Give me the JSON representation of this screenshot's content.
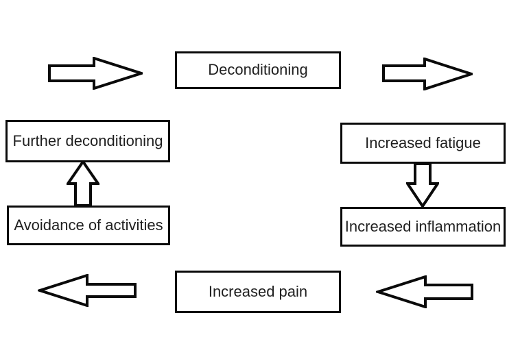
{
  "diagram": {
    "type": "cycle-flowchart",
    "colors": {
      "background": "#ffffff",
      "line": "#0a0a0a",
      "text": "#1f1f1f",
      "box_fill": "#ffffff"
    },
    "boxes": [
      {
        "id": "deconditioning",
        "label": "Deconditioning"
      },
      {
        "id": "increased-fatigue",
        "label": "Increased fatigue"
      },
      {
        "id": "increased-inflammation",
        "label": "Increased inflammation"
      },
      {
        "id": "increased-pain",
        "label": "Increased pain"
      },
      {
        "id": "avoidance-of-activities",
        "label": "Avoidance of activities"
      },
      {
        "id": "further-deconditioning",
        "label": "Further deconditioning"
      }
    ],
    "arrows": [
      {
        "id": "top-left",
        "direction": "right",
        "points_to": "Deconditioning"
      },
      {
        "id": "top-right",
        "direction": "right",
        "points_to": "Increased fatigue"
      },
      {
        "id": "right-middle",
        "direction": "down",
        "points_to": "Increased inflammation"
      },
      {
        "id": "bottom-right",
        "direction": "left",
        "points_to": "Increased pain"
      },
      {
        "id": "bottom-left",
        "direction": "left",
        "points_to": "Avoidance of activities"
      },
      {
        "id": "left-middle",
        "direction": "up",
        "points_to": "Further deconditioning"
      }
    ]
  }
}
